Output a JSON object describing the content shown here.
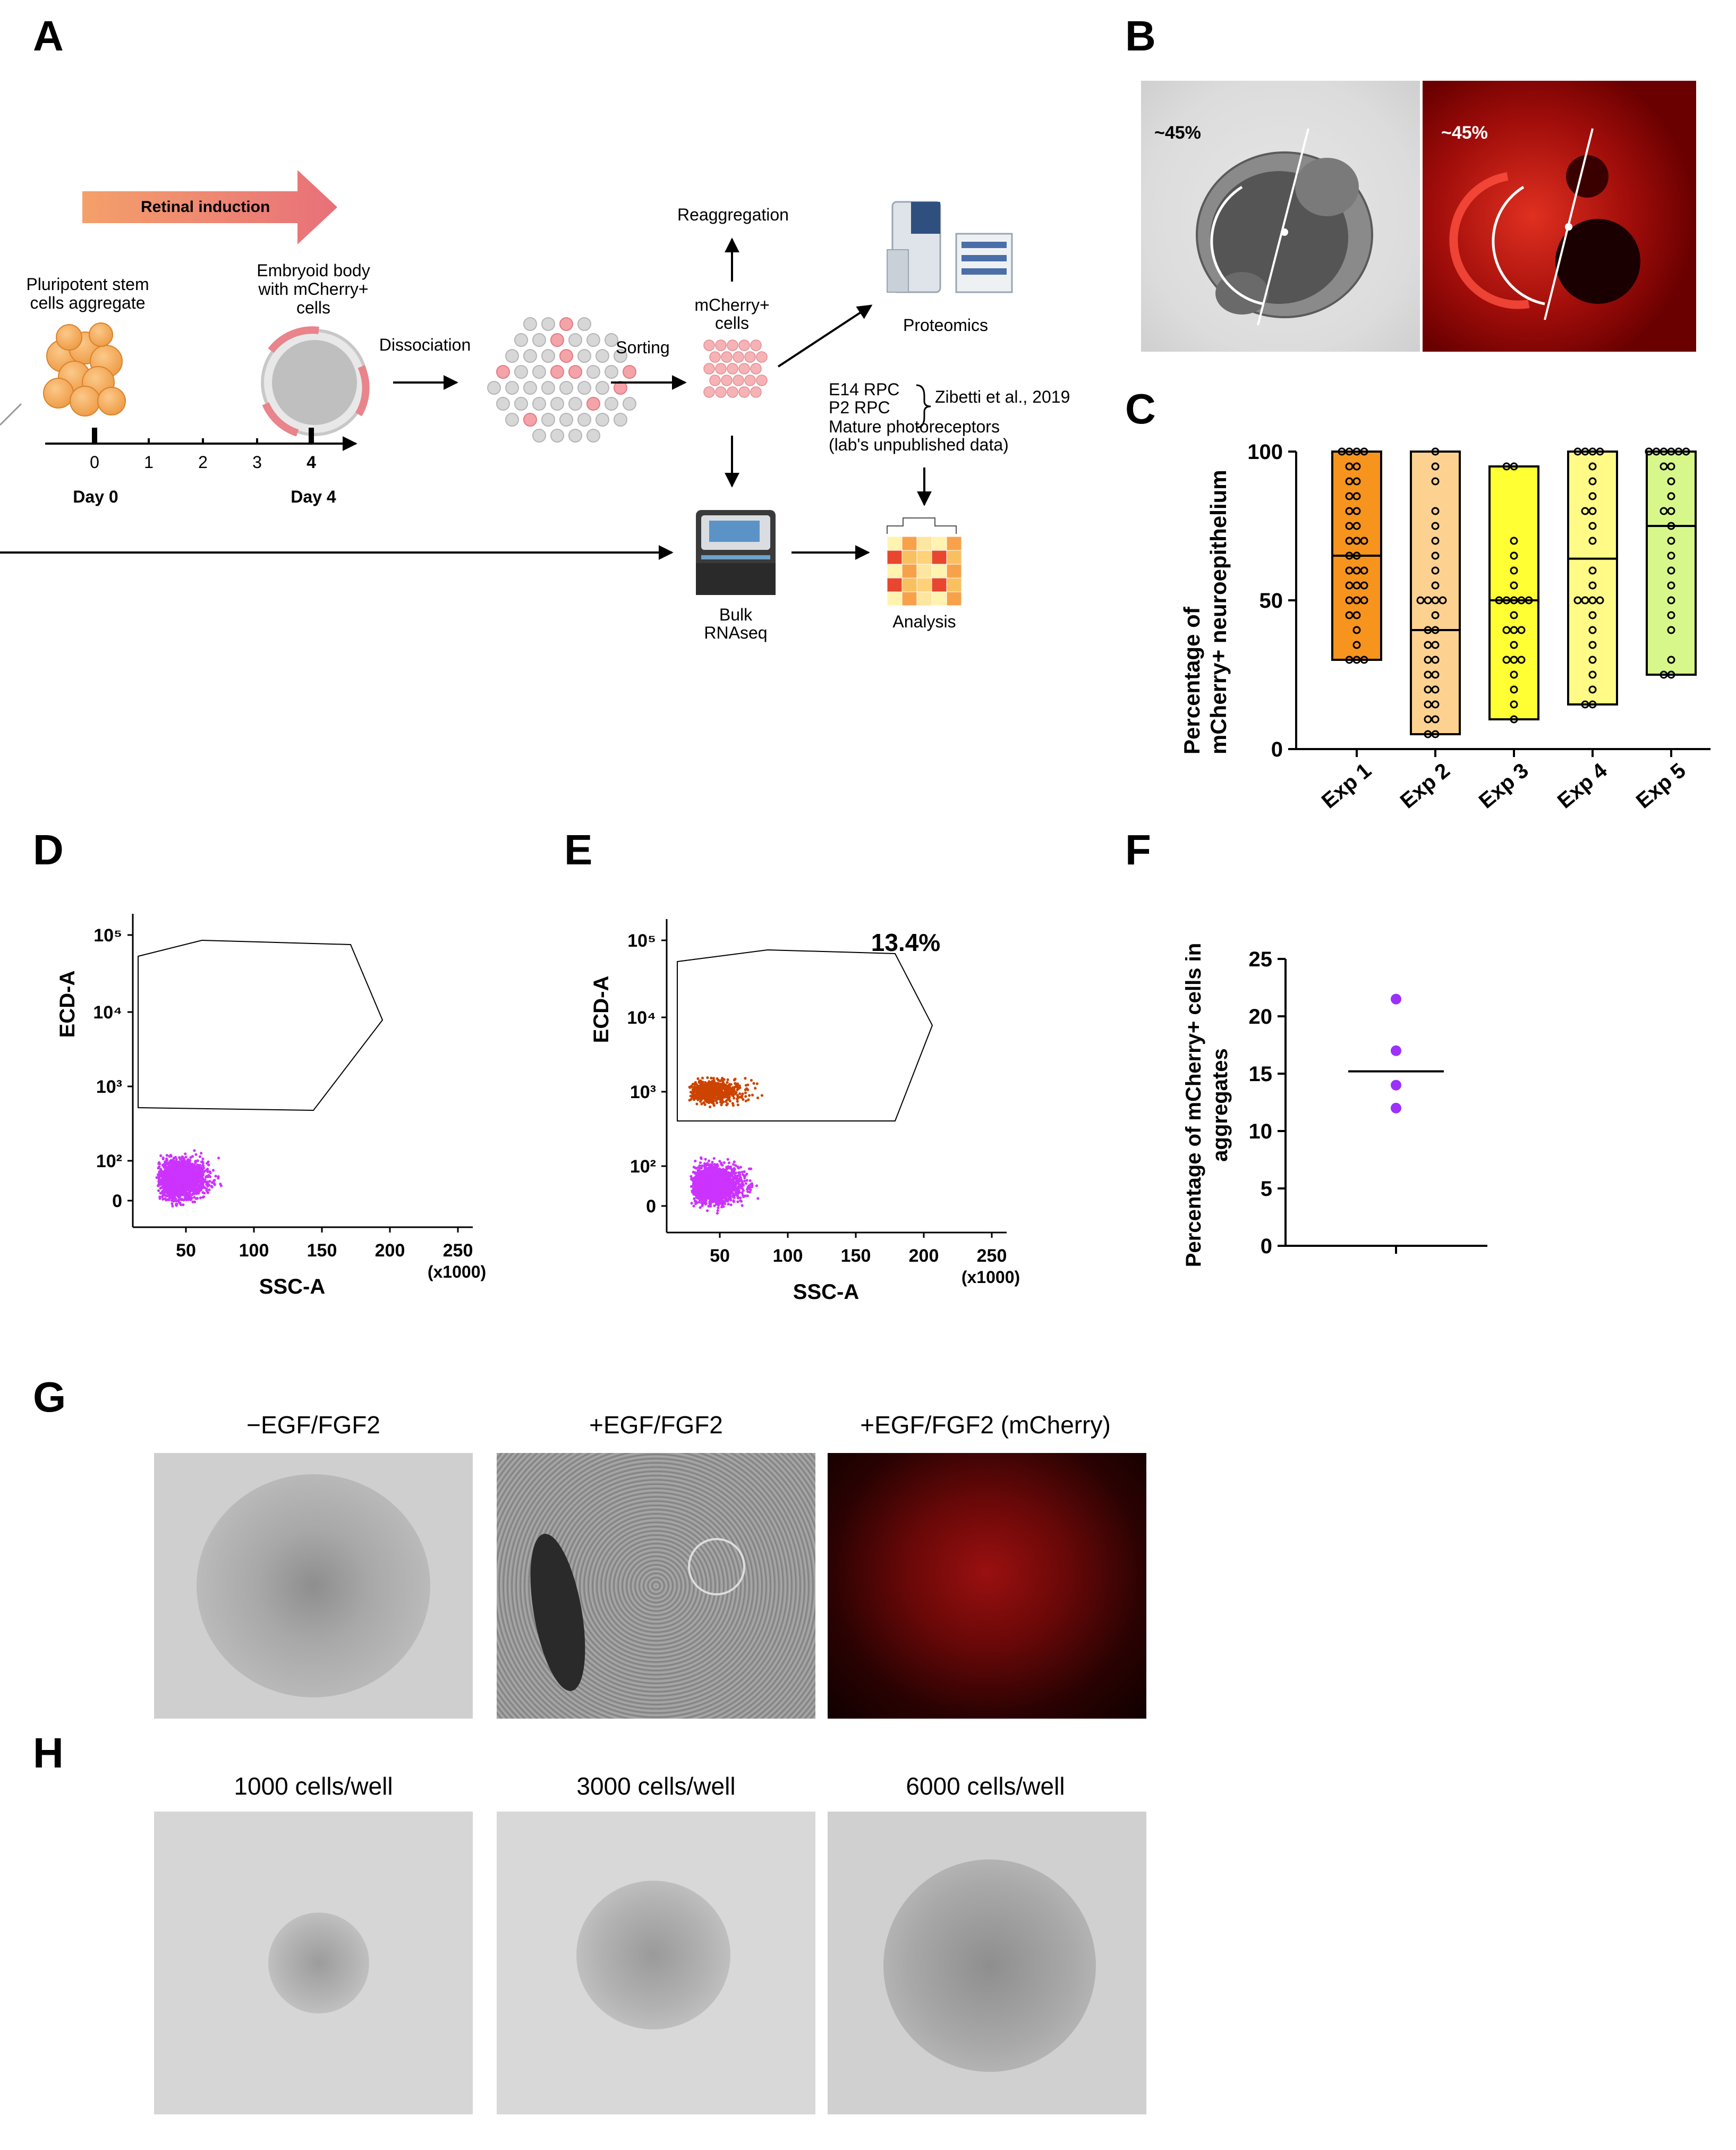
{
  "panel_labels": {
    "A": "A",
    "B": "B",
    "C": "C",
    "D": "D",
    "E": "E",
    "F": "F",
    "G": "G",
    "H": "H"
  },
  "panel_a": {
    "retinal_induction": "Retinal induction",
    "stem_cells_line1": "Pluripotent stem",
    "stem_cells_line2": "cells aggregate",
    "embryoid_line1": "Embryoid body",
    "embryoid_line2": "with mCherry+",
    "embryoid_line3": "cells",
    "dissociation": "Dissociation",
    "sorting": "Sorting",
    "reaggregation": "Reaggregation",
    "mcherry_line1": "mCherry+",
    "mcherry_line2": "cells",
    "proteomics": "Proteomics",
    "e14": "E14 RPC",
    "p2": "P2 RPC",
    "zibetti": "Zibetti et al., 2019",
    "mature_line1": "Mature photoreceptors",
    "mature_line2": "(lab's unpublished data)",
    "bulk_line1": "Bulk",
    "bulk_line2": "RNAseq",
    "analysis": "Analysis",
    "ticks": [
      "0",
      "1",
      "2",
      "3",
      "4"
    ],
    "day0": "Day 0",
    "day4": "Day 4"
  },
  "panel_b": {
    "left_pct": "~45%",
    "right_pct": "~45%"
  },
  "panel_c": {
    "chart_data": {
      "type": "bar",
      "ylabel_line1": "Percentage of",
      "ylabel_line2": "mCherry+ neuroepithelium",
      "ylim": [
        0,
        100
      ],
      "yticks": [
        "0",
        "50",
        "100"
      ],
      "categories": [
        "Exp 1",
        "Exp 2",
        "Exp 3",
        "Exp 4",
        "Exp 5"
      ],
      "colors": [
        "#f7941d",
        "#fdd290",
        "#ffff33",
        "#fffb86",
        "#d8f78a"
      ],
      "min": [
        30,
        5,
        10,
        15,
        25
      ],
      "max": [
        100,
        100,
        95,
        100,
        100
      ],
      "median": [
        65,
        40,
        50,
        64,
        75
      ],
      "points": [
        [
          100,
          100,
          100,
          100,
          95,
          95,
          90,
          90,
          85,
          85,
          80,
          80,
          75,
          75,
          70,
          70,
          70,
          65,
          65,
          60,
          60,
          60,
          55,
          55,
          55,
          50,
          50,
          50,
          45,
          45,
          40,
          35,
          30,
          30,
          30
        ],
        [
          100,
          95,
          90,
          80,
          75,
          70,
          65,
          60,
          55,
          50,
          50,
          50,
          50,
          45,
          40,
          40,
          35,
          35,
          30,
          30,
          25,
          25,
          20,
          20,
          15,
          15,
          10,
          10,
          5,
          5
        ],
        [
          95,
          95,
          70,
          65,
          60,
          55,
          50,
          50,
          50,
          50,
          50,
          45,
          40,
          40,
          40,
          35,
          30,
          30,
          30,
          25,
          20,
          15,
          10
        ],
        [
          100,
          100,
          100,
          100,
          95,
          90,
          85,
          80,
          80,
          75,
          70,
          60,
          55,
          50,
          50,
          50,
          50,
          45,
          40,
          35,
          30,
          25,
          20,
          15,
          15
        ],
        [
          100,
          100,
          100,
          100,
          100,
          100,
          95,
          95,
          90,
          85,
          80,
          80,
          75,
          70,
          65,
          60,
          55,
          50,
          45,
          40,
          30,
          25,
          25
        ]
      ]
    }
  },
  "panel_d": {
    "chart_data": {
      "type": "scatter",
      "xlabel": "SSC-A",
      "ylabel": "ECD-A",
      "xunit": "(x1000)",
      "xticks": [
        "50",
        "100",
        "150",
        "200",
        "250"
      ],
      "yticks": [
        "0",
        "10²",
        "10³",
        "10⁴",
        "10⁵"
      ]
    }
  },
  "panel_e": {
    "chart_data": {
      "type": "scatter",
      "xlabel": "SSC-A",
      "ylabel": "ECD-A",
      "xunit": "(x1000)",
      "gate_percent": "13.4%",
      "xticks": [
        "50",
        "100",
        "150",
        "200",
        "250"
      ],
      "yticks": [
        "0",
        "10²",
        "10³",
        "10⁴",
        "10⁵"
      ]
    }
  },
  "panel_f": {
    "chart_data": {
      "type": "scatter",
      "ylabel_line1": "Percentage of mCherry+ cells in",
      "ylabel_line2": "aggregates",
      "ylim": [
        0,
        25
      ],
      "yticks": [
        "0",
        "5",
        "10",
        "15",
        "20",
        "25"
      ],
      "values": [
        21.5,
        17,
        14,
        12
      ],
      "mean": 15.2,
      "color": "#9b30ff"
    }
  },
  "panel_g": {
    "titles": [
      "−EGF/FGF2",
      "+EGF/FGF2",
      "+EGF/FGF2 (mCherry)"
    ]
  },
  "panel_h": {
    "titles": [
      "1000 cells/well",
      "3000 cells/well",
      "6000 cells/well"
    ]
  }
}
